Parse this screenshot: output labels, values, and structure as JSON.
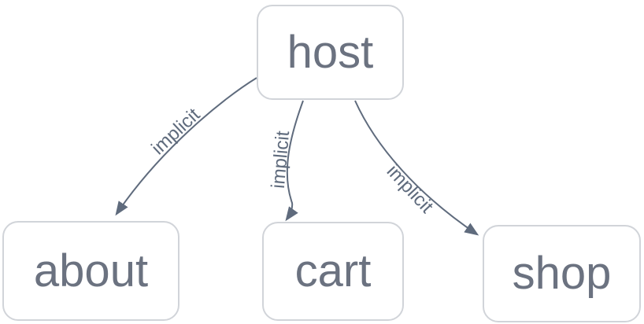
{
  "diagram": {
    "type": "dependency-graph",
    "nodes": [
      {
        "id": "host",
        "label": "host"
      },
      {
        "id": "about",
        "label": "about"
      },
      {
        "id": "cart",
        "label": "cart"
      },
      {
        "id": "shop",
        "label": "shop"
      }
    ],
    "edges": [
      {
        "source": "host",
        "target": "about",
        "label": "implicit"
      },
      {
        "source": "host",
        "target": "cart",
        "label": "implicit"
      },
      {
        "source": "host",
        "target": "shop",
        "label": "implicit"
      }
    ],
    "colors": {
      "background": "#ffffff",
      "node_fill": "#ffffff",
      "node_border": "#d1d4d9",
      "node_text": "#6b7280",
      "edge": "#5f6b7d",
      "edge_label": "#5f6b7d"
    }
  }
}
